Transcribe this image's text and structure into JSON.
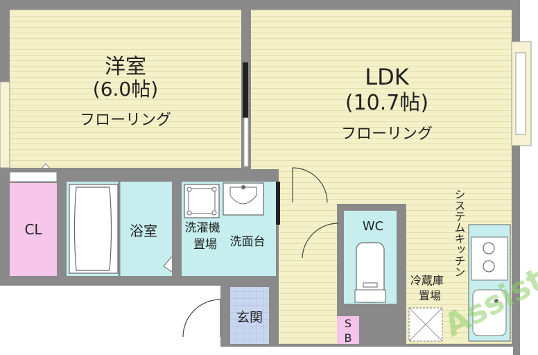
{
  "floor_plan": {
    "rooms": {
      "western": {
        "name": "洋室",
        "size": "(6.0帖)",
        "floor": "フローリング"
      },
      "ldk": {
        "name": "LDK",
        "size": "(10.7帖)",
        "floor": "フローリング"
      },
      "closet": {
        "name": "CL"
      },
      "bath": {
        "name": "浴室"
      },
      "laundry": {
        "line1": "洗濯機",
        "line2": "置場"
      },
      "washroom": {
        "name": "洗面台"
      },
      "toilet": {
        "name": "WC"
      },
      "entrance": {
        "name": "玄関"
      },
      "shoe_box": {
        "line1": "S",
        "line2": "B"
      },
      "kitchen": {
        "name": "システムキッチン"
      },
      "fridge": {
        "line1": "冷蔵庫",
        "line2": "置場"
      }
    },
    "watermark": "Assist",
    "colors": {
      "wall": "#8a8a8a",
      "floor": "#f4f1c8",
      "floor_stripe": "#e2ddb0",
      "bath": "#c6eeee",
      "closet": "#f6c7ea",
      "entrance": "#c9d6ef",
      "shoe_box": "#f4c4ec",
      "window": "#f6f2d2",
      "watermark": "#8fd06a"
    }
  }
}
